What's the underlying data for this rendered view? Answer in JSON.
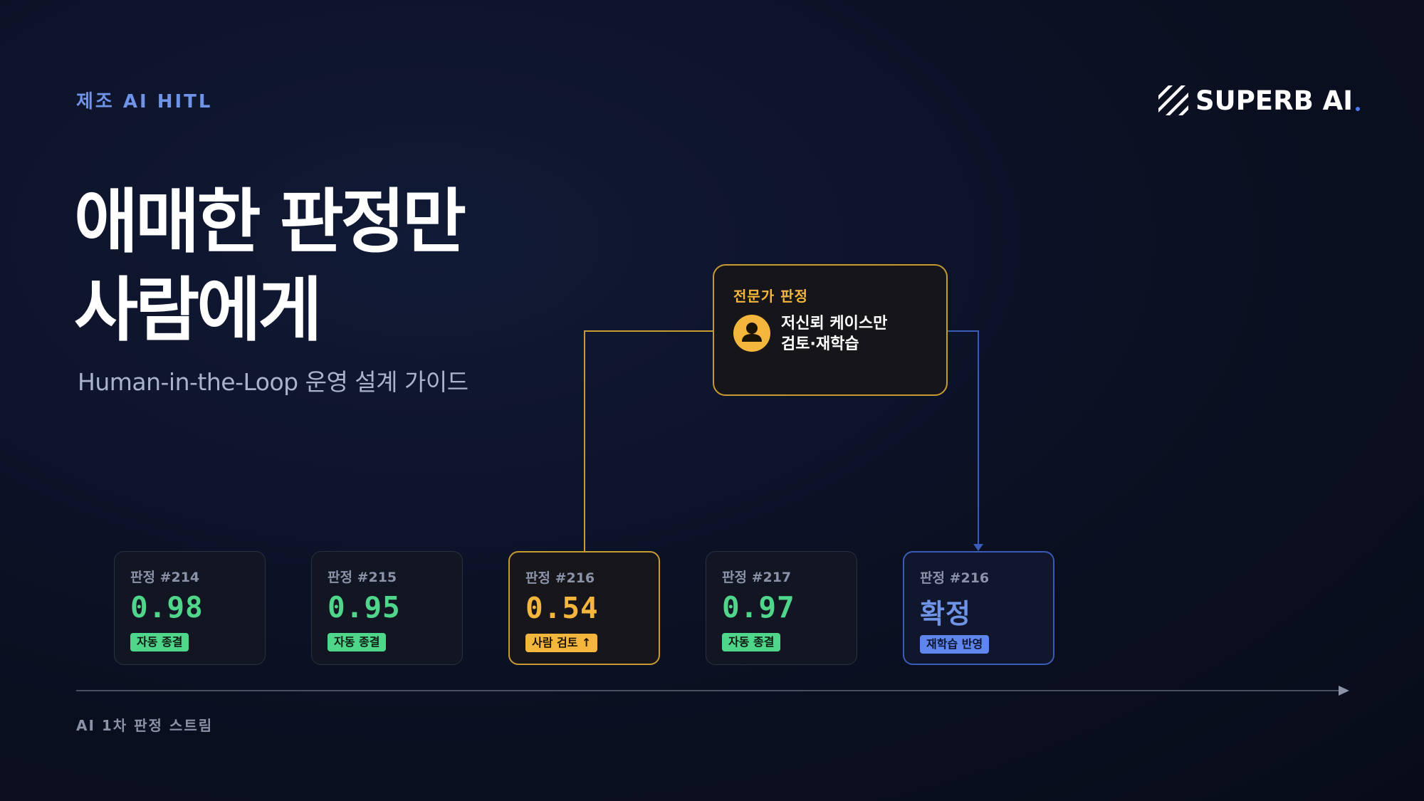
{
  "eyebrow": "제조 AI HITL",
  "logo": {
    "text": "SUPERB AI",
    "icon": "superb-ai-slash-mark",
    "dot_color": "#4d7cf2"
  },
  "headline": {
    "line1": "애매한 판정만",
    "line2": "사람에게"
  },
  "subtitle": "Human-in-the-Loop 운영 설계 가이드",
  "expert": {
    "label": "전문가 판정",
    "icon": "person-icon",
    "line1": "저신뢰 케이스만",
    "line2": "검토·재학습"
  },
  "stream": {
    "cards": [
      {
        "id": "판정 #214",
        "score": "0.98",
        "badge": "자동 종결",
        "status": "auto"
      },
      {
        "id": "판정 #215",
        "score": "0.95",
        "badge": "자동 종결",
        "status": "auto"
      },
      {
        "id": "판정 #216",
        "score": "0.54",
        "badge": "사람 검토 ↑",
        "status": "review"
      },
      {
        "id": "판정 #217",
        "score": "0.97",
        "badge": "자동 종결",
        "status": "auto"
      },
      {
        "id": "판정 #216",
        "score": "확정",
        "badge": "재학습 반영",
        "status": "final"
      }
    ],
    "axis_label": "AI 1차 판정 스트림"
  },
  "colors": {
    "background": "#0b1022",
    "accent_blue": "#6f93e6",
    "auto_green": "#4fd68a",
    "review_amber": "#f4b63c",
    "final_blue": "#5e86ee"
  }
}
